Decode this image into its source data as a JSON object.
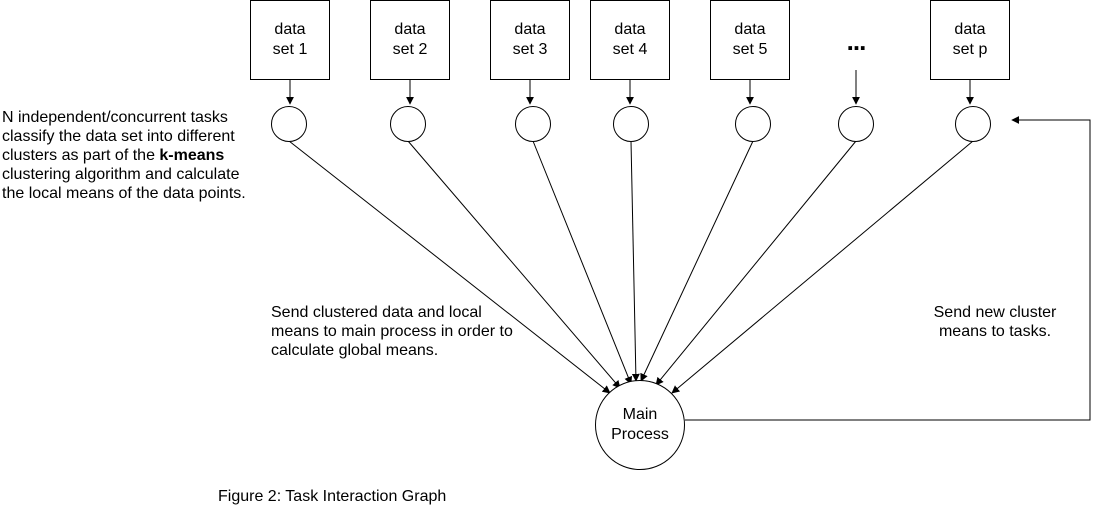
{
  "datasets": [
    "data\nset 1",
    "data\nset 2",
    "data\nset 3",
    "data\nset 4",
    "data\nset 5",
    "data\nset p"
  ],
  "ellipsis": "...",
  "main_process": "Main\nProcess",
  "notes": {
    "tasks_before": "N independent/concurrent tasks classify the data set into different clusters as part of the ",
    "tasks_bold": "k-means",
    "tasks_after": " clustering algorithm and calculate the local means of the data points.",
    "send_clustered": "Send clustered data and local means to main process in order to calculate global means.",
    "send_new": "Send new cluster means to tasks."
  },
  "caption": "Figure 2: Task Interaction Graph"
}
